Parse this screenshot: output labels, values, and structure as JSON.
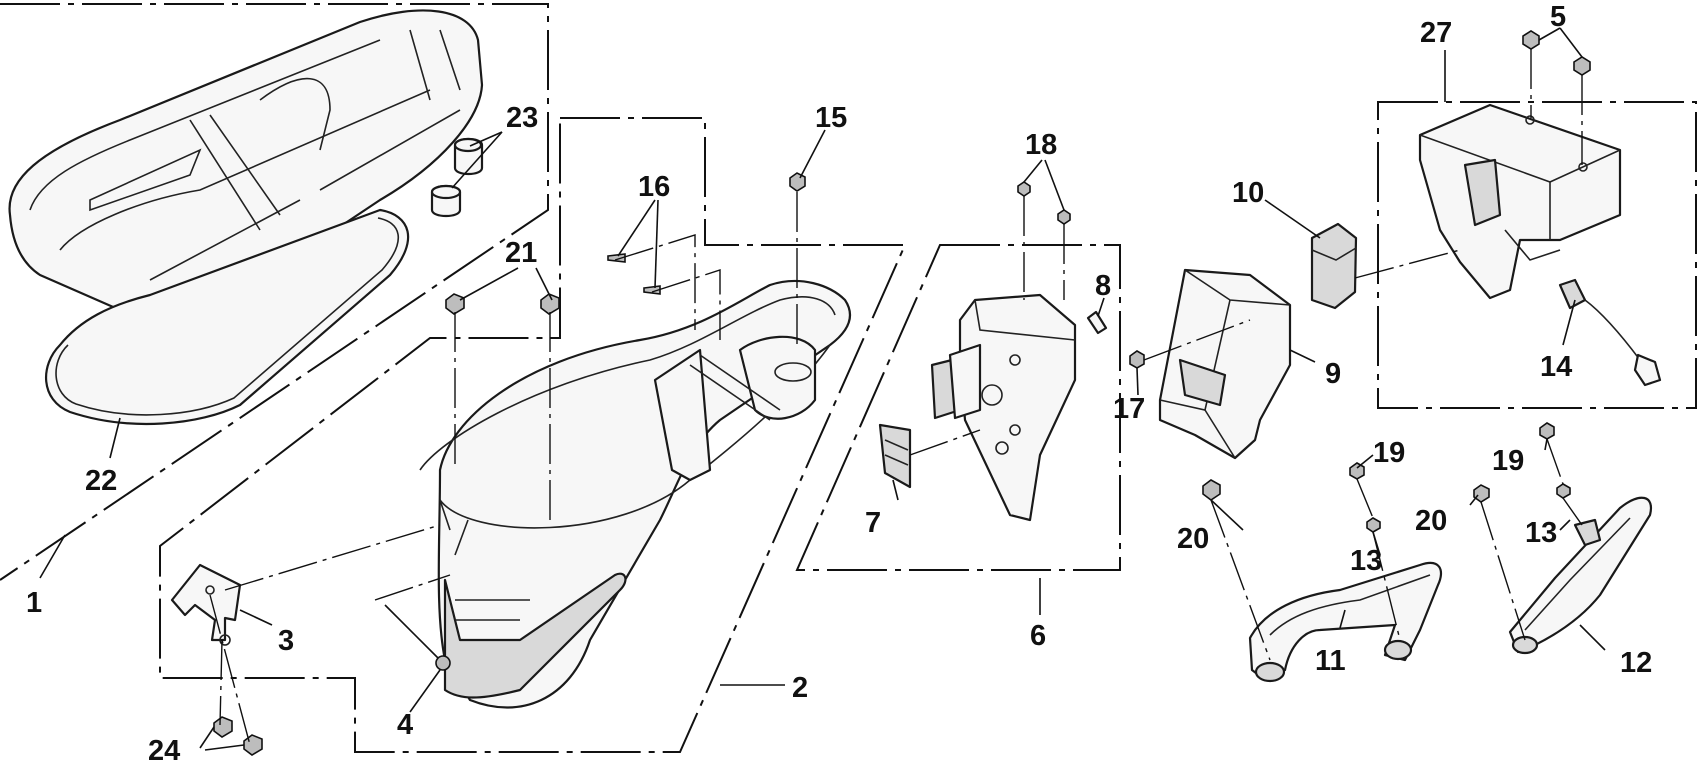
{
  "diagram": {
    "type": "exploded-parts-view",
    "callouts": {
      "c1": "1",
      "c2": "2",
      "c3": "3",
      "c4": "4",
      "c5": "5",
      "c6": "6",
      "c7": "7",
      "c8": "8",
      "c9": "9",
      "c10": "10",
      "c11": "11",
      "c12": "12",
      "c13a": "13",
      "c13b": "13",
      "c14": "14",
      "c15": "15",
      "c16": "16",
      "c17": "17",
      "c18": "18",
      "c19a": "19",
      "c19b": "19",
      "c20a": "20",
      "c20b": "20",
      "c21": "21",
      "c22": "22",
      "c23": "23",
      "c24": "24",
      "c27": "27"
    }
  }
}
